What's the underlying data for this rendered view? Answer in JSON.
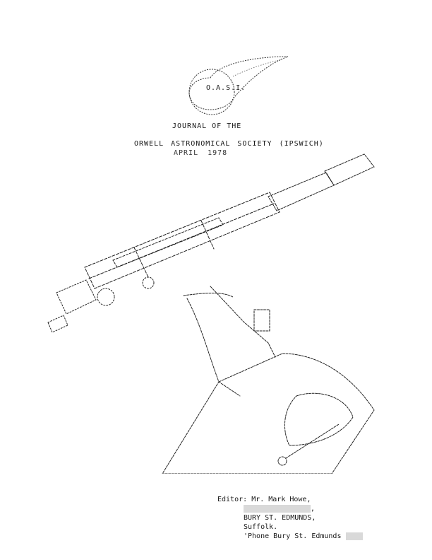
{
  "logo": {
    "text": "O.A.S.I."
  },
  "header": {
    "line1": "JOURNAL OF THE",
    "line2": "ORWELL ASTRONOMICAL SOCIETY (IPSWICH)",
    "line3": "APRIL 1978"
  },
  "editor": {
    "label": "Editor:",
    "name": "Mr. Mark Howe,",
    "town": "BURY ST. EDMUNDS,",
    "county": "Suffolk.",
    "phone": "'Phone Bury St. Edmunds"
  }
}
